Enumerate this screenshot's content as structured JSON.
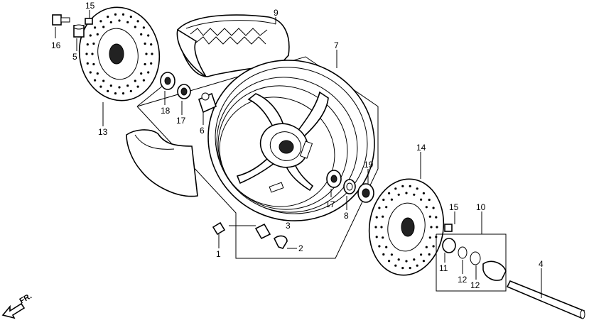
{
  "parts": [
    {
      "id": "p1",
      "label": "1"
    },
    {
      "id": "p2",
      "label": "2"
    },
    {
      "id": "p3",
      "label": "3"
    },
    {
      "id": "p4",
      "label": "4"
    },
    {
      "id": "p5",
      "label": "5"
    },
    {
      "id": "p6",
      "label": "6"
    },
    {
      "id": "p7",
      "label": "7"
    },
    {
      "id": "p8",
      "label": "8"
    },
    {
      "id": "p9",
      "label": "9"
    },
    {
      "id": "p10",
      "label": "10"
    },
    {
      "id": "p11",
      "label": "11"
    },
    {
      "id": "p12a",
      "label": "12"
    },
    {
      "id": "p12b",
      "label": "12"
    },
    {
      "id": "p13",
      "label": "13"
    },
    {
      "id": "p14",
      "label": "14"
    },
    {
      "id": "p15a",
      "label": "15"
    },
    {
      "id": "p15b",
      "label": "15"
    },
    {
      "id": "p16",
      "label": "16"
    },
    {
      "id": "p17a",
      "label": "17"
    },
    {
      "id": "p17b",
      "label": "17"
    },
    {
      "id": "p18",
      "label": "18"
    },
    {
      "id": "p19",
      "label": "19"
    }
  ],
  "direction_label": "FR.",
  "colors": {
    "line": "#000000",
    "background": "#ffffff"
  }
}
